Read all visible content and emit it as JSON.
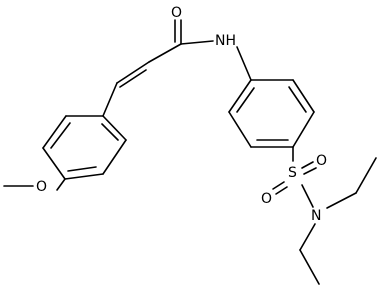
{
  "molecule": {
    "atoms": [
      {
        "id": "O_carbonyl",
        "label": "O"
      },
      {
        "id": "N_amide",
        "label": "NH"
      },
      {
        "id": "S",
        "label": "S"
      },
      {
        "id": "O_s1",
        "label": "O"
      },
      {
        "id": "O_s2",
        "label": "O"
      },
      {
        "id": "N_sulf",
        "label": "N"
      },
      {
        "id": "O_methoxy",
        "label": "O"
      }
    ],
    "colors": {
      "bond": "#000000",
      "background": "#ffffff"
    }
  }
}
